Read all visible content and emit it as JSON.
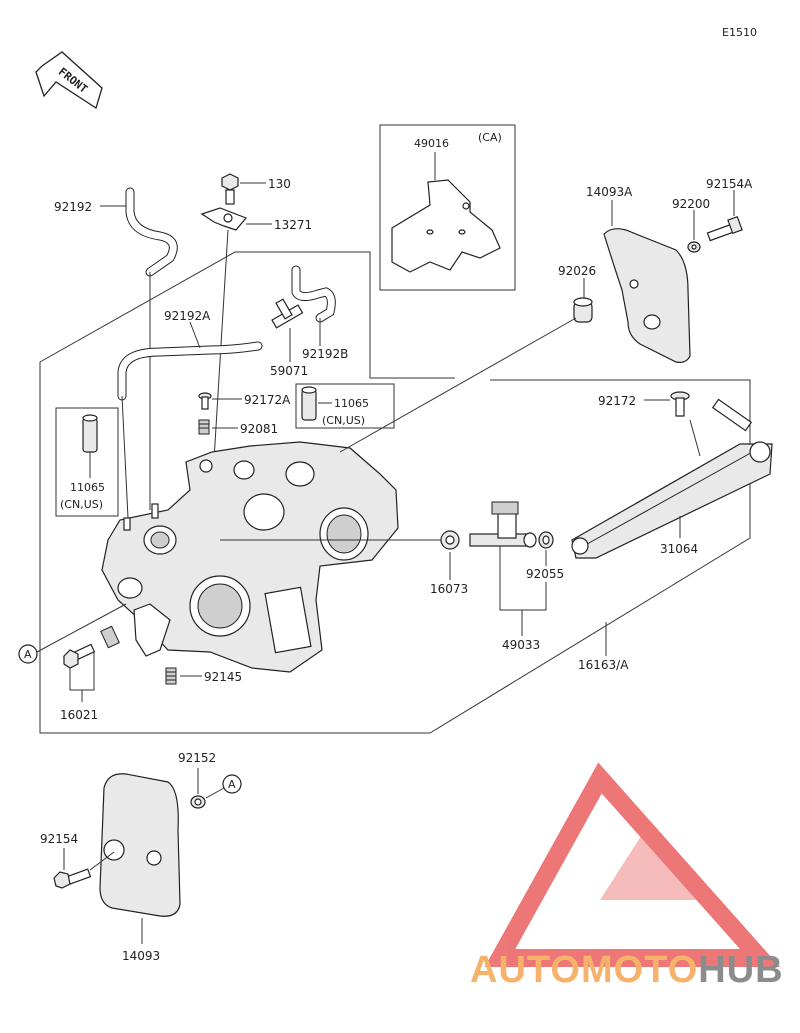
{
  "diagram": {
    "code": "E1510",
    "front_label": "FRONT",
    "callout_a": "A",
    "parts": {
      "p92192": "92192",
      "p130": "130",
      "p13271": "13271",
      "p49016": "49016",
      "p49016_note": "(CA)",
      "p14093A": "14093A",
      "p92154A": "92154A",
      "p92200": "92200",
      "p92026": "92026",
      "p92192A": "92192A",
      "p59071": "59071",
      "p92192B": "92192B",
      "p92172A": "92172A",
      "p11065_right": "11065",
      "p11065_right_note": "(CN,US)",
      "p92081": "92081",
      "p11065_left": "11065",
      "p11065_left_note": "(CN,US)",
      "p92172": "92172",
      "p31064": "31064",
      "p16073": "16073",
      "p92055": "92055",
      "p49033": "49033",
      "p16163A": "16163/A",
      "p92145": "92145",
      "p16021": "16021",
      "p92152": "92152",
      "p92154": "92154",
      "p14093": "14093"
    }
  },
  "watermark": {
    "brand_part1": "AUTO",
    "brand_part2": "MOTO",
    "brand_part3": "HUB",
    "logo_color": "#e84a4a",
    "text_color_orange": "#f6b26b",
    "text_color_gray": "#8c8c8c"
  }
}
